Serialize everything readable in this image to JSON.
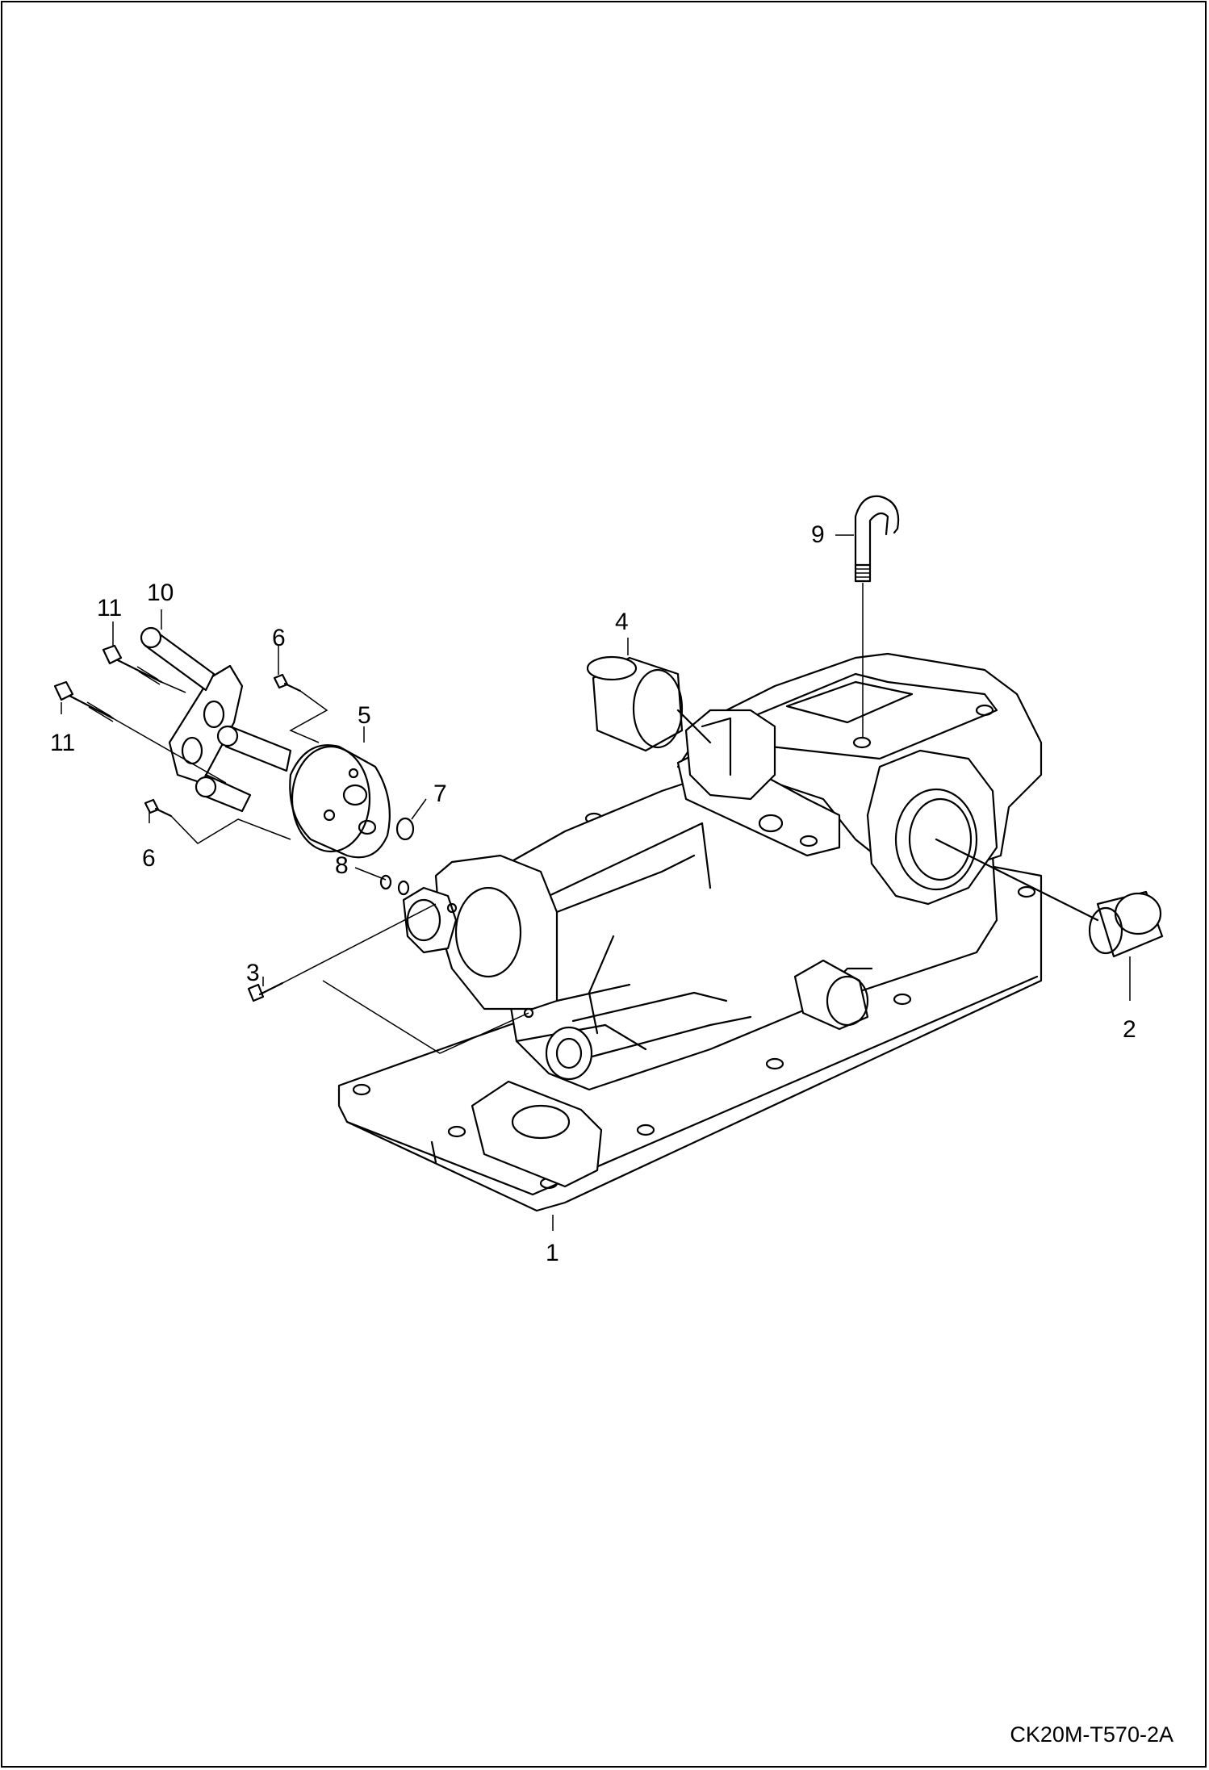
{
  "drawing_code": "CK20M-T570-2A",
  "callouts": [
    {
      "id": "1",
      "label": "1",
      "part": "transmission-housing"
    },
    {
      "id": "2",
      "label": "2",
      "part": "bushing-right"
    },
    {
      "id": "3",
      "label": "3",
      "part": "bolt"
    },
    {
      "id": "4",
      "label": "4",
      "part": "bushing-left"
    },
    {
      "id": "5",
      "label": "5",
      "part": "cover"
    },
    {
      "id": "6a",
      "label": "6",
      "part": "bolt-upper"
    },
    {
      "id": "6b",
      "label": "6",
      "part": "bolt-lower"
    },
    {
      "id": "7",
      "label": "7",
      "part": "o-ring-large"
    },
    {
      "id": "8",
      "label": "8",
      "part": "o-rings-small"
    },
    {
      "id": "9",
      "label": "9",
      "part": "hook"
    },
    {
      "id": "10",
      "label": "10",
      "part": "bracket"
    },
    {
      "id": "11a",
      "label": "11",
      "part": "bolt-upper"
    },
    {
      "id": "11b",
      "label": "11",
      "part": "bolt-lower"
    }
  ]
}
